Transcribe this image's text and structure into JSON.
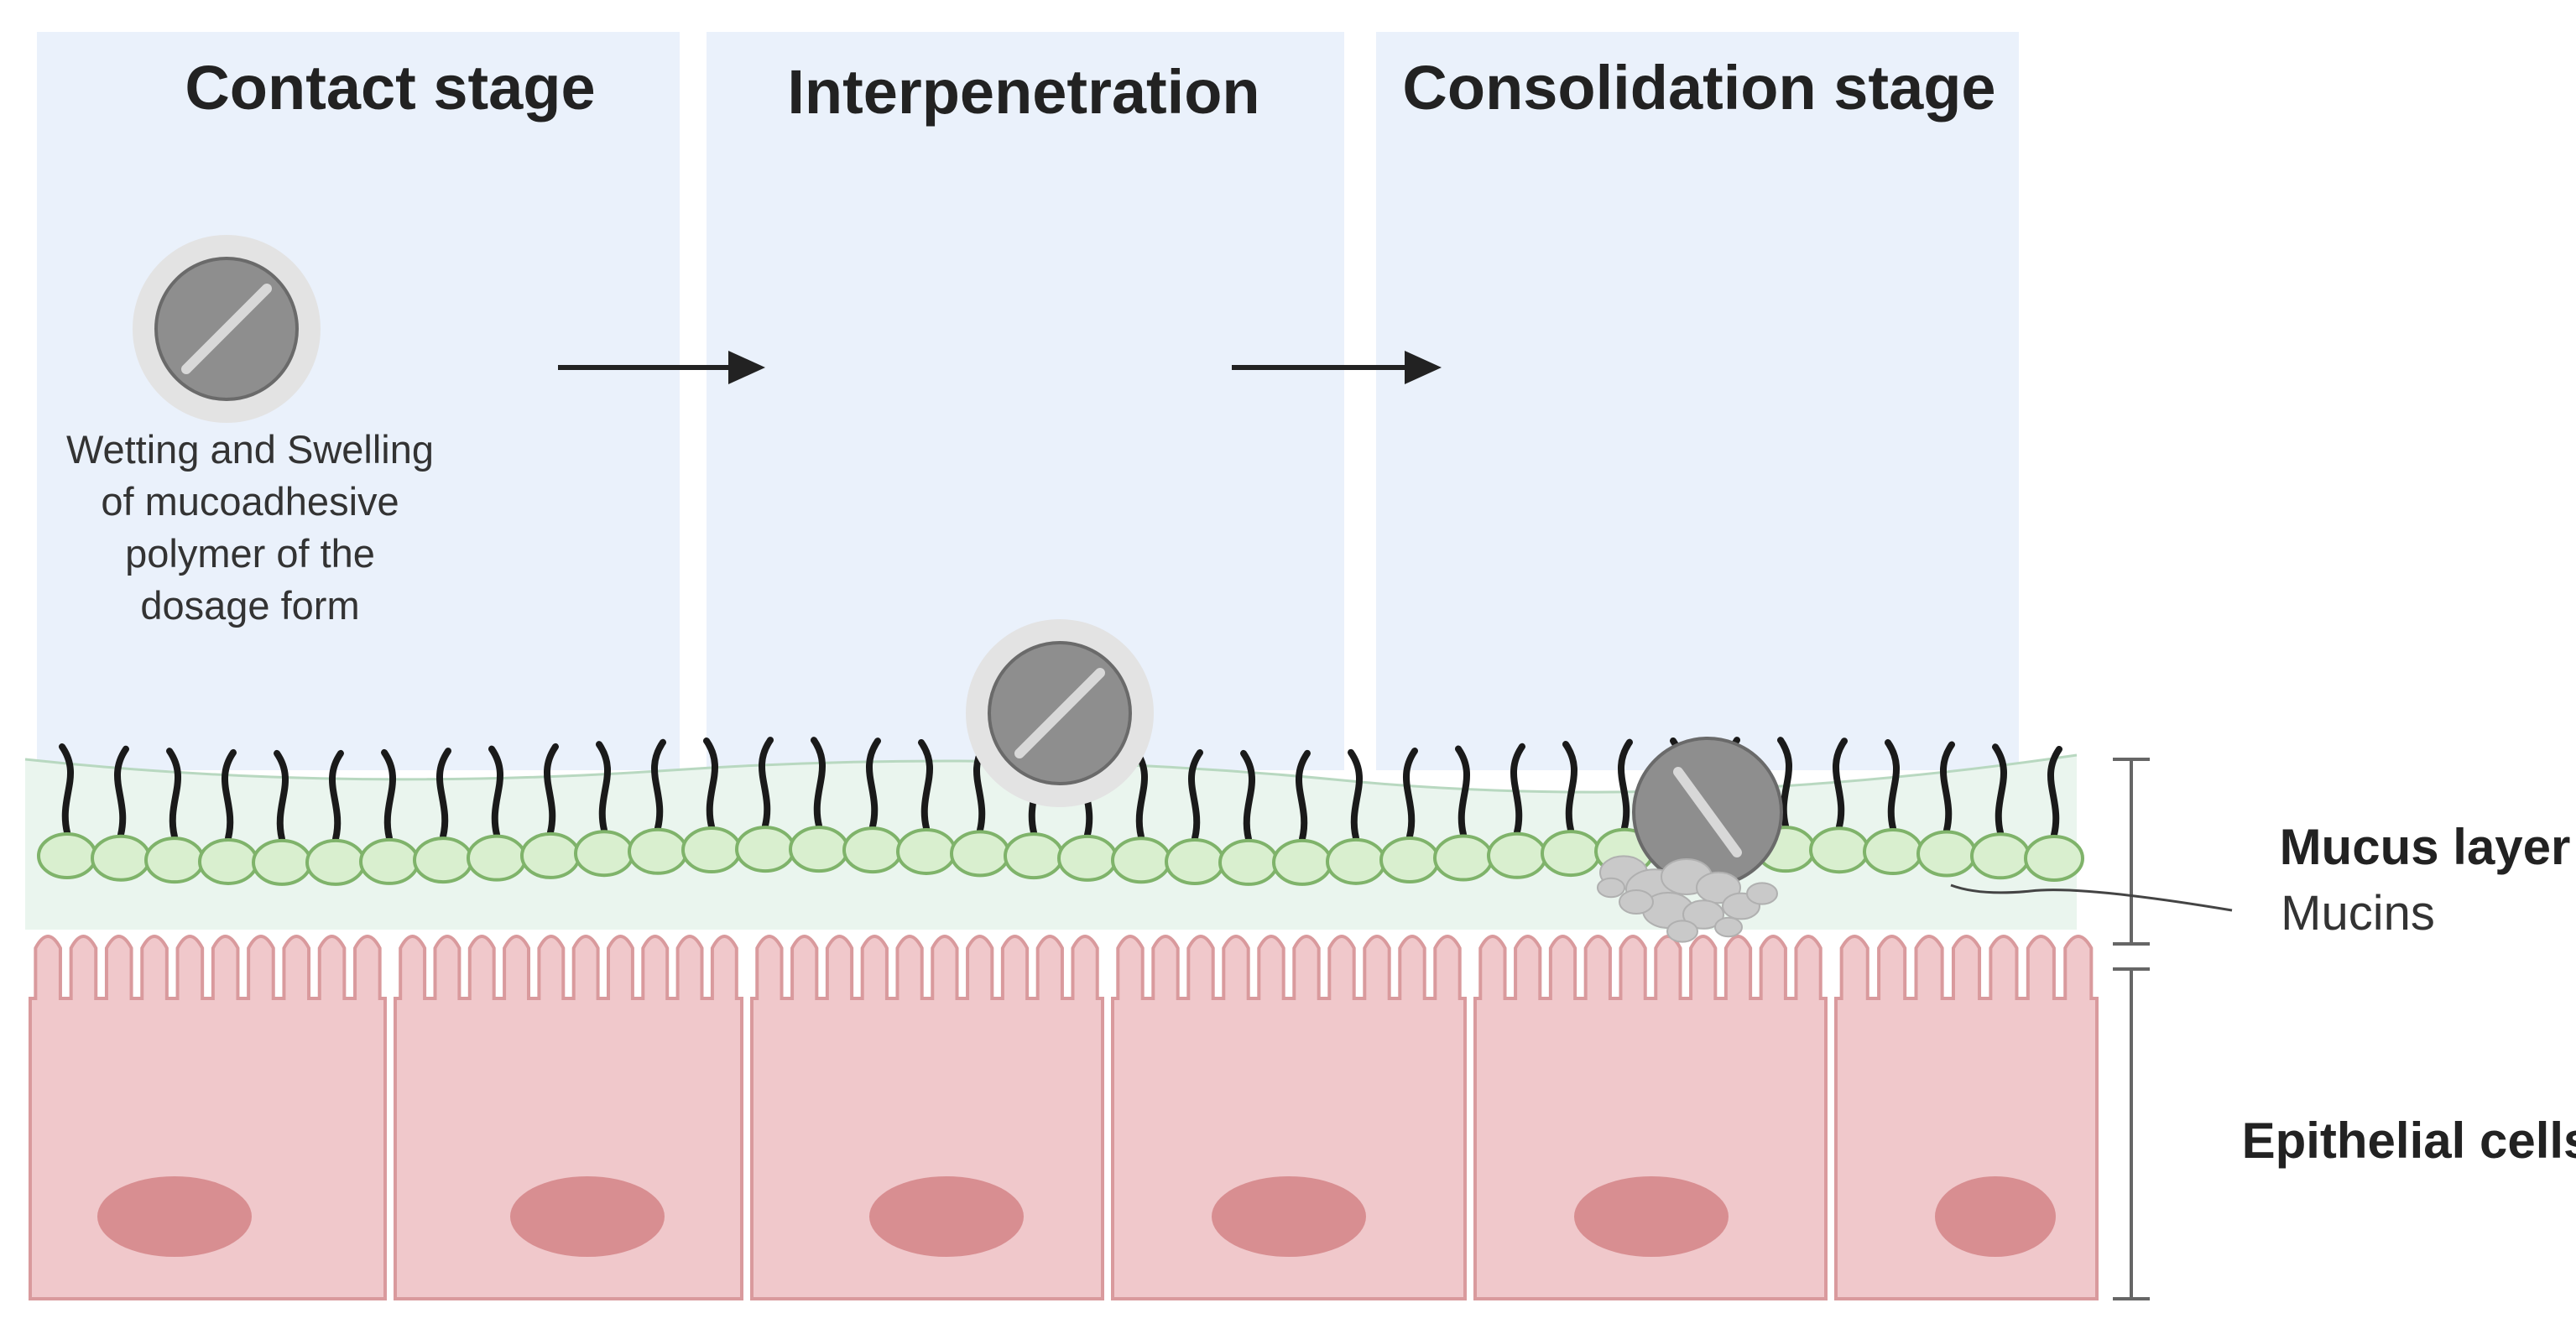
{
  "stages": [
    {
      "title": "Contact stage"
    },
    {
      "title": "Interpenetration"
    },
    {
      "title": "Consolidation stage"
    }
  ],
  "caption": {
    "lines": [
      "Wetting and Swelling",
      "of mucoadhesive",
      "polymer of the",
      "dosage form"
    ]
  },
  "labels": {
    "mucus_layer": "Mucus layer",
    "mucins": "Mucins",
    "epithelial_cells": "Epithelial cells"
  },
  "colors": {
    "stage_panel": "#eaf1fb",
    "mucus": "#eaf5ee",
    "mucin_fill": "#d9efcf",
    "mucin_stroke": "#7fb36a",
    "cell_fill": "#f0c8cb",
    "cell_stroke": "#d99a9d",
    "nucleus": "#d88e91",
    "tablet": "#8e8e8e",
    "arrow": "#222222"
  }
}
